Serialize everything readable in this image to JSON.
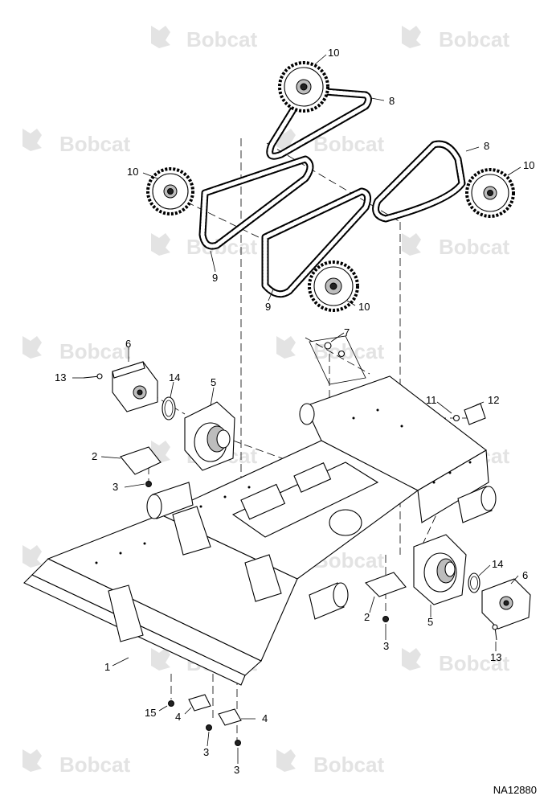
{
  "watermark": {
    "brand_text": "Bobcat",
    "color": "#e3e3e3"
  },
  "drawing_number": "NA12880",
  "callouts": [
    {
      "id": "c10a",
      "label": "10"
    },
    {
      "id": "c8a",
      "label": "8"
    },
    {
      "id": "c10b",
      "label": "10"
    },
    {
      "id": "c8b",
      "label": "8"
    },
    {
      "id": "c10c",
      "label": "10"
    },
    {
      "id": "c9a",
      "label": "9"
    },
    {
      "id": "c9b",
      "label": "9"
    },
    {
      "id": "c10d",
      "label": "10"
    },
    {
      "id": "c7",
      "label": "7"
    },
    {
      "id": "c6a",
      "label": "6"
    },
    {
      "id": "c13a",
      "label": "13"
    },
    {
      "id": "c14a",
      "label": "14"
    },
    {
      "id": "c5a",
      "label": "5"
    },
    {
      "id": "c11",
      "label": "11"
    },
    {
      "id": "c12",
      "label": "12"
    },
    {
      "id": "c2a",
      "label": "2"
    },
    {
      "id": "c3a",
      "label": "3"
    },
    {
      "id": "c14b",
      "label": "14"
    },
    {
      "id": "c6b",
      "label": "6"
    },
    {
      "id": "c2b",
      "label": "2"
    },
    {
      "id": "c5b",
      "label": "5"
    },
    {
      "id": "c3b",
      "label": "3"
    },
    {
      "id": "c13b",
      "label": "13"
    },
    {
      "id": "c1",
      "label": "1"
    },
    {
      "id": "c15",
      "label": "15"
    },
    {
      "id": "c4a",
      "label": "4"
    },
    {
      "id": "c4b",
      "label": "4"
    },
    {
      "id": "c3c",
      "label": "3"
    },
    {
      "id": "c3d",
      "label": "3"
    }
  ]
}
